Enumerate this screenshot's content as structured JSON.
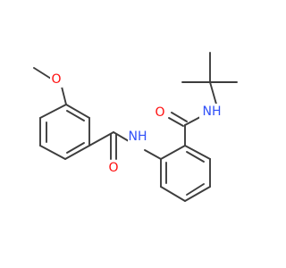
{
  "molecule": {
    "atoms": {
      "methoxy_oxygen": {
        "symbol": "O",
        "color": "#ff0d0d"
      },
      "amide_oxygen_left": {
        "symbol": "O",
        "color": "#ff0d0d"
      },
      "amide_nh_left": {
        "symbol": "NH",
        "color": "#3050f8"
      },
      "amide_oxygen_right": {
        "symbol": "O",
        "color": "#ff0d0d"
      },
      "amide_nh_right": {
        "symbol": "NH",
        "color": "#3050f8"
      }
    },
    "bond_color": "#3d3d3d"
  }
}
